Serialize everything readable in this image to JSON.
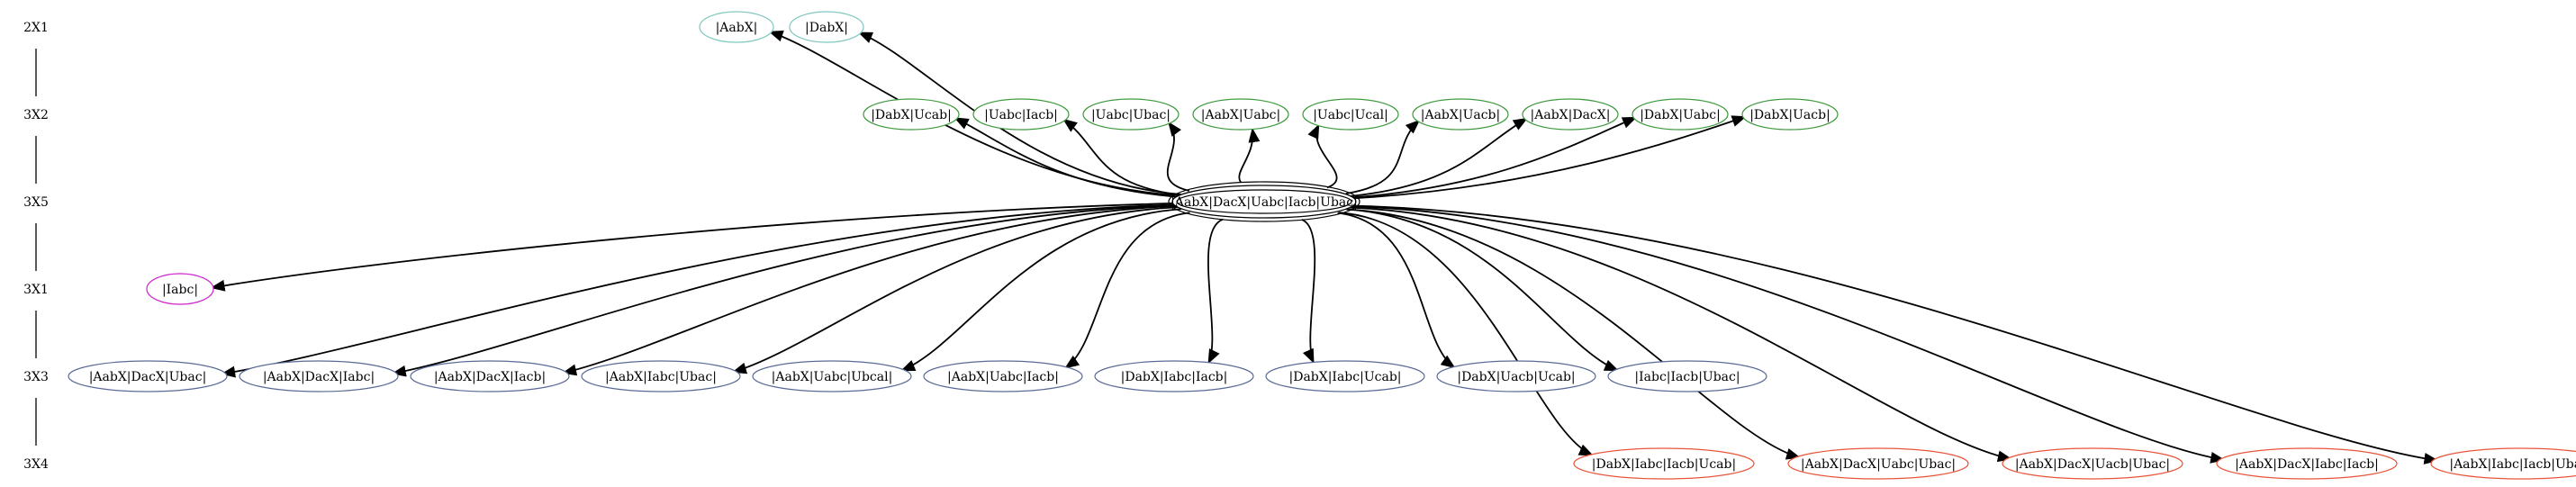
{
  "colors": {
    "background": "#ffffff",
    "edge": "#000000",
    "rank_2x1": "#7fc8c0",
    "rank_3x2": "#3f9a3f",
    "rank_3x5": "#000000",
    "rank_3x1": "#cc22cc",
    "rank_3x3": "#5a6a96",
    "rank_3x4": "#e8553a"
  },
  "ranks": [
    {
      "id": "r0",
      "label": "2X1"
    },
    {
      "id": "r1",
      "label": "3X2"
    },
    {
      "id": "r2",
      "label": "3X5"
    },
    {
      "id": "r3",
      "label": "3X1"
    },
    {
      "id": "r4",
      "label": "3X3"
    },
    {
      "id": "r5",
      "label": "3X4"
    }
  ],
  "nodes": [
    {
      "id": "n_aabx",
      "rank": 0,
      "label": "|AabX|",
      "color": "#7fc8c0"
    },
    {
      "id": "n_dabx",
      "rank": 0,
      "label": "|DabX|",
      "color": "#7fc8c0"
    },
    {
      "id": "n_dabx_ucab",
      "rank": 1,
      "label": "|DabX|Ucab|",
      "color": "#3f9a3f"
    },
    {
      "id": "n_uabc_iacb",
      "rank": 1,
      "label": "|Uabc|Iacb|",
      "color": "#3f9a3f"
    },
    {
      "id": "n_uabc_ubac",
      "rank": 1,
      "label": "|Uabc|Ubac|",
      "color": "#3f9a3f"
    },
    {
      "id": "n_aabx_uabc",
      "rank": 1,
      "label": "|AabX|Uabc|",
      "color": "#3f9a3f"
    },
    {
      "id": "n_uabc_ucal",
      "rank": 1,
      "label": "|Uabc|Ucal|",
      "color": "#3f9a3f"
    },
    {
      "id": "n_aabx_uacb",
      "rank": 1,
      "label": "|AabX|Uacb|",
      "color": "#3f9a3f"
    },
    {
      "id": "n_aabx_dacx",
      "rank": 1,
      "label": "|AabX|DacX|",
      "color": "#3f9a3f"
    },
    {
      "id": "n_dabx_uabcl",
      "rank": 1,
      "label": "|DabX|Uabc|",
      "color": "#3f9a3f"
    },
    {
      "id": "n_dabx_uacb",
      "rank": 1,
      "label": "|DabX|Uacb|",
      "color": "#3f9a3f"
    },
    {
      "id": "n_center",
      "rank": 2,
      "label": "|AabX|DacX|Uabc|Iacb|Ubac|",
      "color": "#000000",
      "double": true
    },
    {
      "id": "n_iabc",
      "rank": 3,
      "label": "|Iabc|",
      "color": "#cc22cc"
    },
    {
      "id": "n_r4_1",
      "rank": 4,
      "label": "|AabX|DacX|Ubac|",
      "color": "#5a6a96"
    },
    {
      "id": "n_r4_2",
      "rank": 4,
      "label": "|AabX|DacX|Iabc|",
      "color": "#5a6a96"
    },
    {
      "id": "n_r4_3",
      "rank": 4,
      "label": "|AabX|DacX|Iacb|",
      "color": "#5a6a96"
    },
    {
      "id": "n_r4_4",
      "rank": 4,
      "label": "|AabX|Iabc|Ubac|",
      "color": "#5a6a96"
    },
    {
      "id": "n_r4_5",
      "rank": 4,
      "label": "|AabX|Uabc|Ubcal|",
      "color": "#5a6a96"
    },
    {
      "id": "n_r4_6",
      "rank": 4,
      "label": "|AabX|Uabc|Iacb|",
      "color": "#5a6a96"
    },
    {
      "id": "n_r4_7",
      "rank": 4,
      "label": "|DabX|Iabc|Iacb|",
      "color": "#5a6a96"
    },
    {
      "id": "n_r4_8",
      "rank": 4,
      "label": "|DabX|Iabc|Ucab|",
      "color": "#5a6a96"
    },
    {
      "id": "n_r4_9",
      "rank": 4,
      "label": "|DabX|Uacb|Ucab|",
      "color": "#5a6a96"
    },
    {
      "id": "n_r4_10",
      "rank": 4,
      "label": "|Iabc|Iacb|Ubac|",
      "color": "#5a6a96"
    },
    {
      "id": "n_r5_1",
      "rank": 5,
      "label": "|DabX|Iabc|Iacb|Ucab|",
      "color": "#e8553a"
    },
    {
      "id": "n_r5_2",
      "rank": 5,
      "label": "|AabX|DacX|Uabc|Ubac|",
      "color": "#e8553a"
    },
    {
      "id": "n_r5_3",
      "rank": 5,
      "label": "|AabX|DacX|Uacb|Ubac|",
      "color": "#e8553a"
    },
    {
      "id": "n_r5_4",
      "rank": 5,
      "label": "|AabX|DacX|Iabc|Iacb|",
      "color": "#e8553a"
    },
    {
      "id": "n_r5_5",
      "rank": 5,
      "label": "|AabX|Iabc|Iacb|Ubac|",
      "color": "#e8553a"
    }
  ],
  "edges": [
    {
      "from": "n_center",
      "to": "n_aabx"
    },
    {
      "from": "n_center",
      "to": "n_dabx"
    },
    {
      "from": "n_center",
      "to": "n_dabx_ucab"
    },
    {
      "from": "n_center",
      "to": "n_uabc_iacb"
    },
    {
      "from": "n_center",
      "to": "n_uabc_ubac"
    },
    {
      "from": "n_center",
      "to": "n_aabx_uabc"
    },
    {
      "from": "n_center",
      "to": "n_uabc_ucal"
    },
    {
      "from": "n_center",
      "to": "n_aabx_uacb"
    },
    {
      "from": "n_center",
      "to": "n_aabx_dacx"
    },
    {
      "from": "n_center",
      "to": "n_dabx_uabcl"
    },
    {
      "from": "n_center",
      "to": "n_dabx_uacb"
    },
    {
      "from": "n_center",
      "to": "n_iabc"
    },
    {
      "from": "n_center",
      "to": "n_r4_1"
    },
    {
      "from": "n_center",
      "to": "n_r4_2"
    },
    {
      "from": "n_center",
      "to": "n_r4_3"
    },
    {
      "from": "n_center",
      "to": "n_r4_4"
    },
    {
      "from": "n_center",
      "to": "n_r4_5"
    },
    {
      "from": "n_center",
      "to": "n_r4_6"
    },
    {
      "from": "n_center",
      "to": "n_r4_7"
    },
    {
      "from": "n_center",
      "to": "n_r4_8"
    },
    {
      "from": "n_center",
      "to": "n_r4_9"
    },
    {
      "from": "n_center",
      "to": "n_r4_10"
    },
    {
      "from": "n_center",
      "to": "n_r5_1"
    },
    {
      "from": "n_center",
      "to": "n_r5_2"
    },
    {
      "from": "n_center",
      "to": "n_r5_3"
    },
    {
      "from": "n_center",
      "to": "n_r5_4"
    },
    {
      "from": "n_center",
      "to": "n_r5_5"
    }
  ]
}
